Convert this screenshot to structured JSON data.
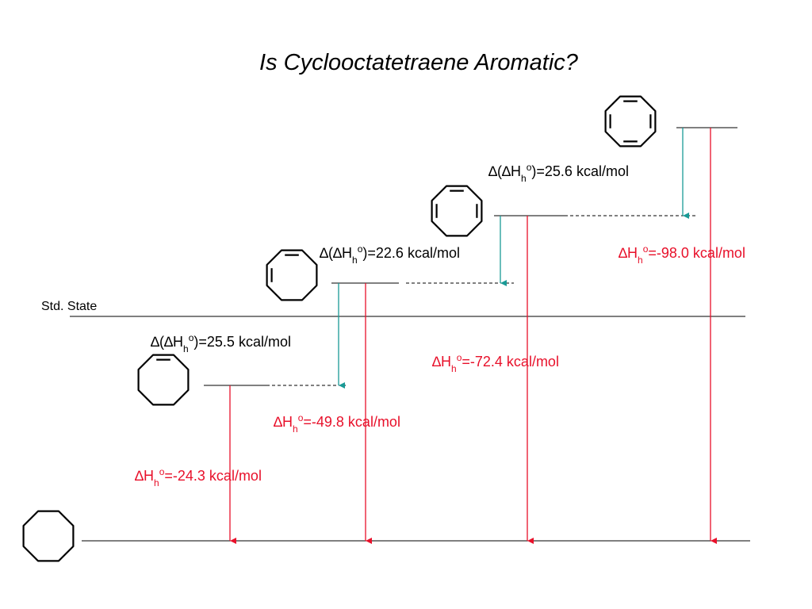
{
  "title": "Is Cyclooctatetraene Aromatic?",
  "colors": {
    "red_arrow": "#e8102a",
    "teal_arrow": "#1a9a96",
    "line": "#000000"
  },
  "std_state": "Std. State",
  "diff_labels": {
    "d1": {
      "prefix": "∆(∆H",
      "sub": "h",
      "sup": "o",
      "rest": ")=25.5 kcal/mol"
    },
    "d2": {
      "prefix": "∆(∆H",
      "sub": "h",
      "sup": "o",
      "rest": ")=22.6 kcal/mol"
    },
    "d3": {
      "prefix": "∆(∆H",
      "sub": "h",
      "sup": "o",
      "rest": ")=25.6 kcal/mol"
    }
  },
  "enthalpy_labels": {
    "h1": {
      "prefix": "∆H",
      "sub": "h",
      "sup": "o",
      "rest": "=-24.3 kcal/mol"
    },
    "h2": {
      "prefix": "∆H",
      "sub": "h",
      "sup": "o",
      "rest": "=-49.8 kcal/mol"
    },
    "h3": {
      "prefix": "∆H",
      "sub": "h",
      "sup": "o",
      "rest": "=-72.4 kcal/mol"
    },
    "h4": {
      "prefix": "∆H",
      "sub": "h",
      "sup": "o",
      "rest": "=-98.0 kcal/mol"
    }
  },
  "molecules": [
    {
      "name": "cyclooctane",
      "double_bonds": 0
    },
    {
      "name": "cyclooctene",
      "double_bonds": 1
    },
    {
      "name": "cyclooctadiene",
      "double_bonds": 2
    },
    {
      "name": "cyclooctatriene",
      "double_bonds": 3
    },
    {
      "name": "cyclooctatetraene",
      "double_bonds": 4
    }
  ]
}
